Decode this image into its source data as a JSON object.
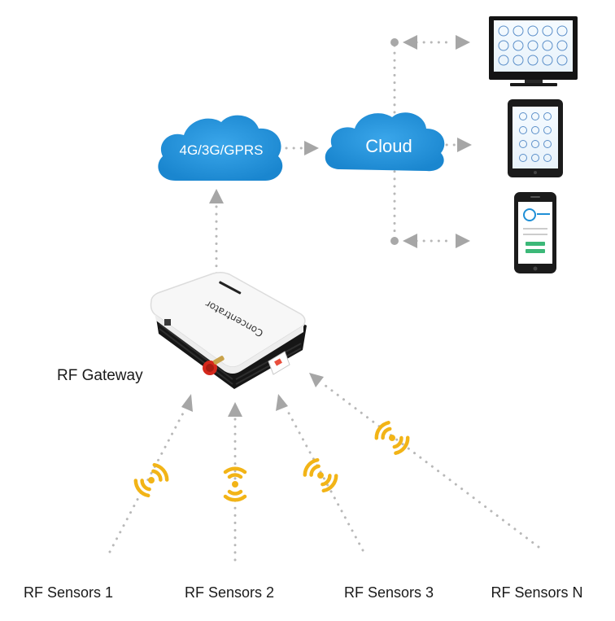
{
  "gateway": {
    "label": "RF Gateway",
    "brand": "Concentrator"
  },
  "network": {
    "label": "4G/3G/GPRS"
  },
  "cloud": {
    "label": "Cloud"
  },
  "sensors": [
    {
      "label": "RF Sensors 1"
    },
    {
      "label": "RF Sensors 2"
    },
    {
      "label": "RF Sensors 3"
    },
    {
      "label": "RF Sensors N"
    }
  ],
  "devices": {
    "monitor": {
      "icon": "monitor-icon"
    },
    "tablet": {
      "icon": "tablet-icon"
    },
    "phone": {
      "icon": "phone-icon"
    }
  },
  "colors": {
    "cloud": "#1f8fd6",
    "signal": "#f2b417",
    "dots": "#b5b5b5",
    "arrow": "#9a9a9a",
    "antenna": "#d4281c"
  }
}
